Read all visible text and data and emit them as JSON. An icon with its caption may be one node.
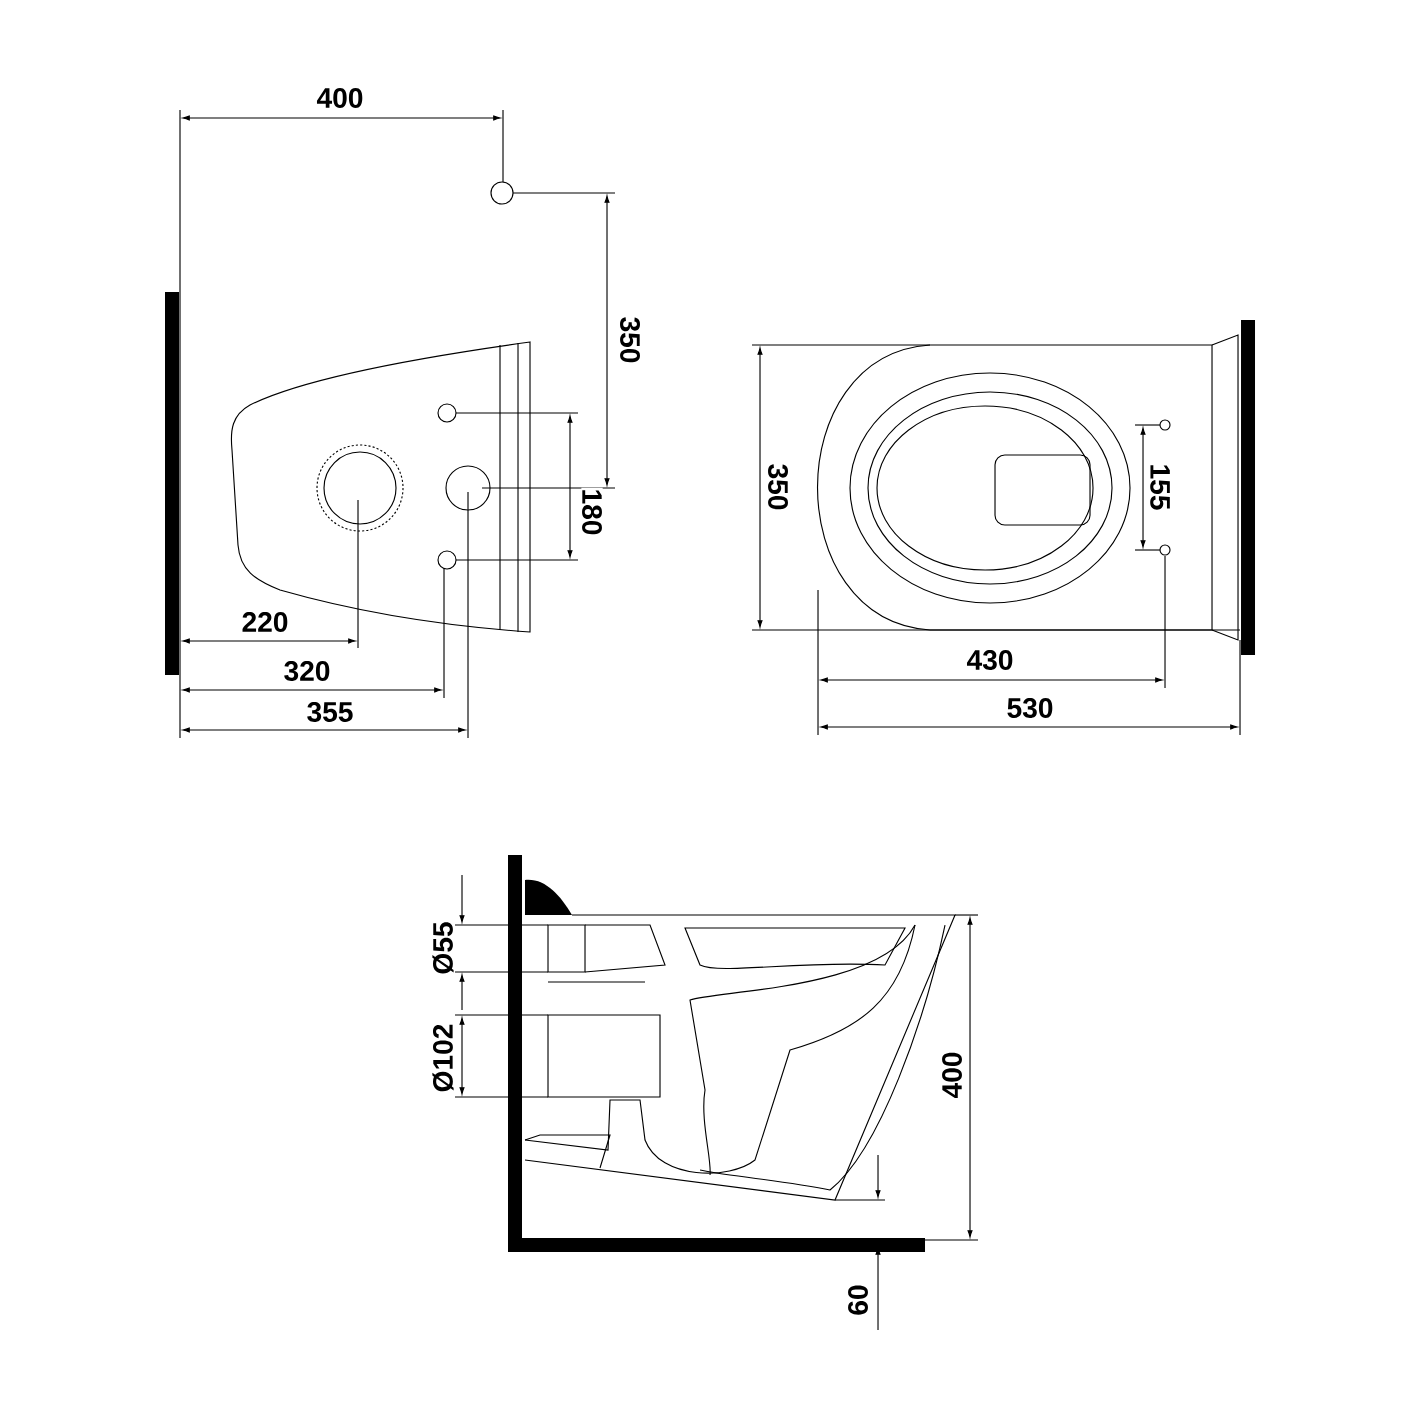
{
  "diagram": {
    "labels": [
      "400",
      "350",
      "180",
      "220",
      "320",
      "355",
      "350",
      "155",
      "430",
      "530",
      "Ø55",
      "Ø102",
      "400",
      "60"
    ]
  }
}
